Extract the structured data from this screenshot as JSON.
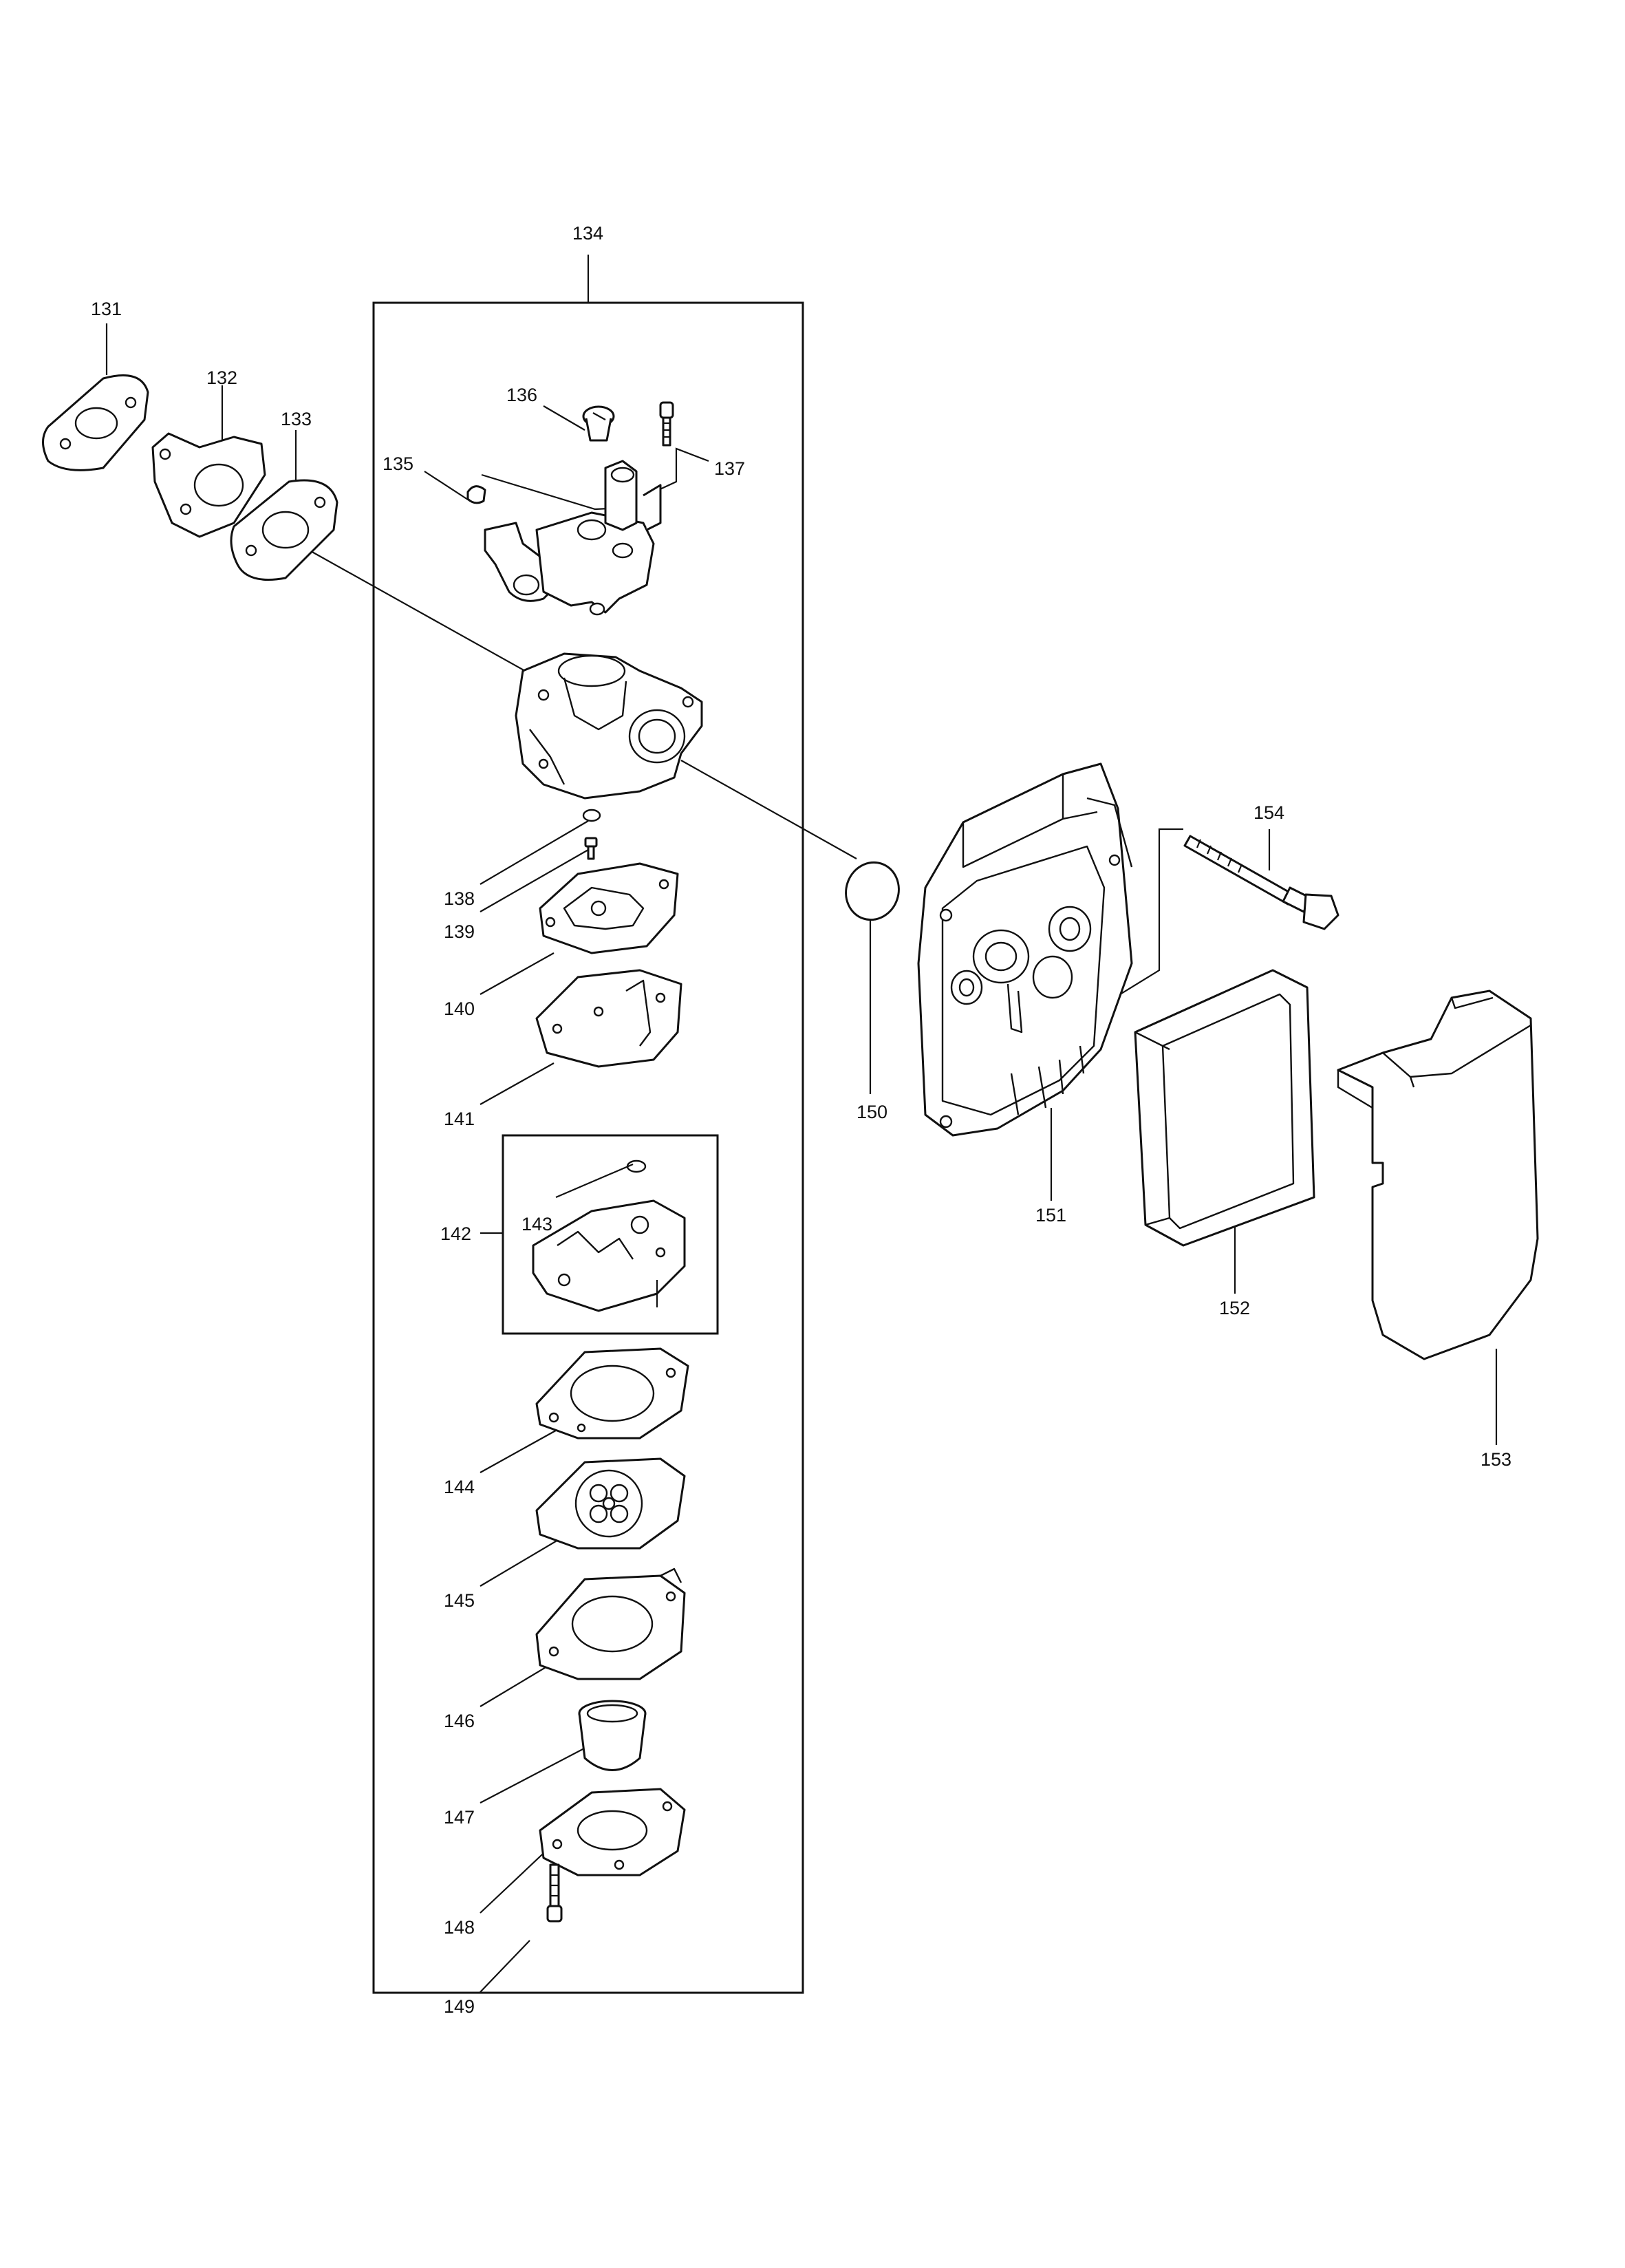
{
  "labels": {
    "l131": "131",
    "l132": "132",
    "l133": "133",
    "l134": "134",
    "l135": "135",
    "l136": "136",
    "l137": "137",
    "l138": "138",
    "l139": "139",
    "l140": "140",
    "l141": "141",
    "l142": "142",
    "l143": "143",
    "l144": "144",
    "l145": "145",
    "l146": "146",
    "l147": "147",
    "l148": "148",
    "l149": "149",
    "l150": "150",
    "l151": "151",
    "l152": "152",
    "l153": "153",
    "l154": "154"
  }
}
